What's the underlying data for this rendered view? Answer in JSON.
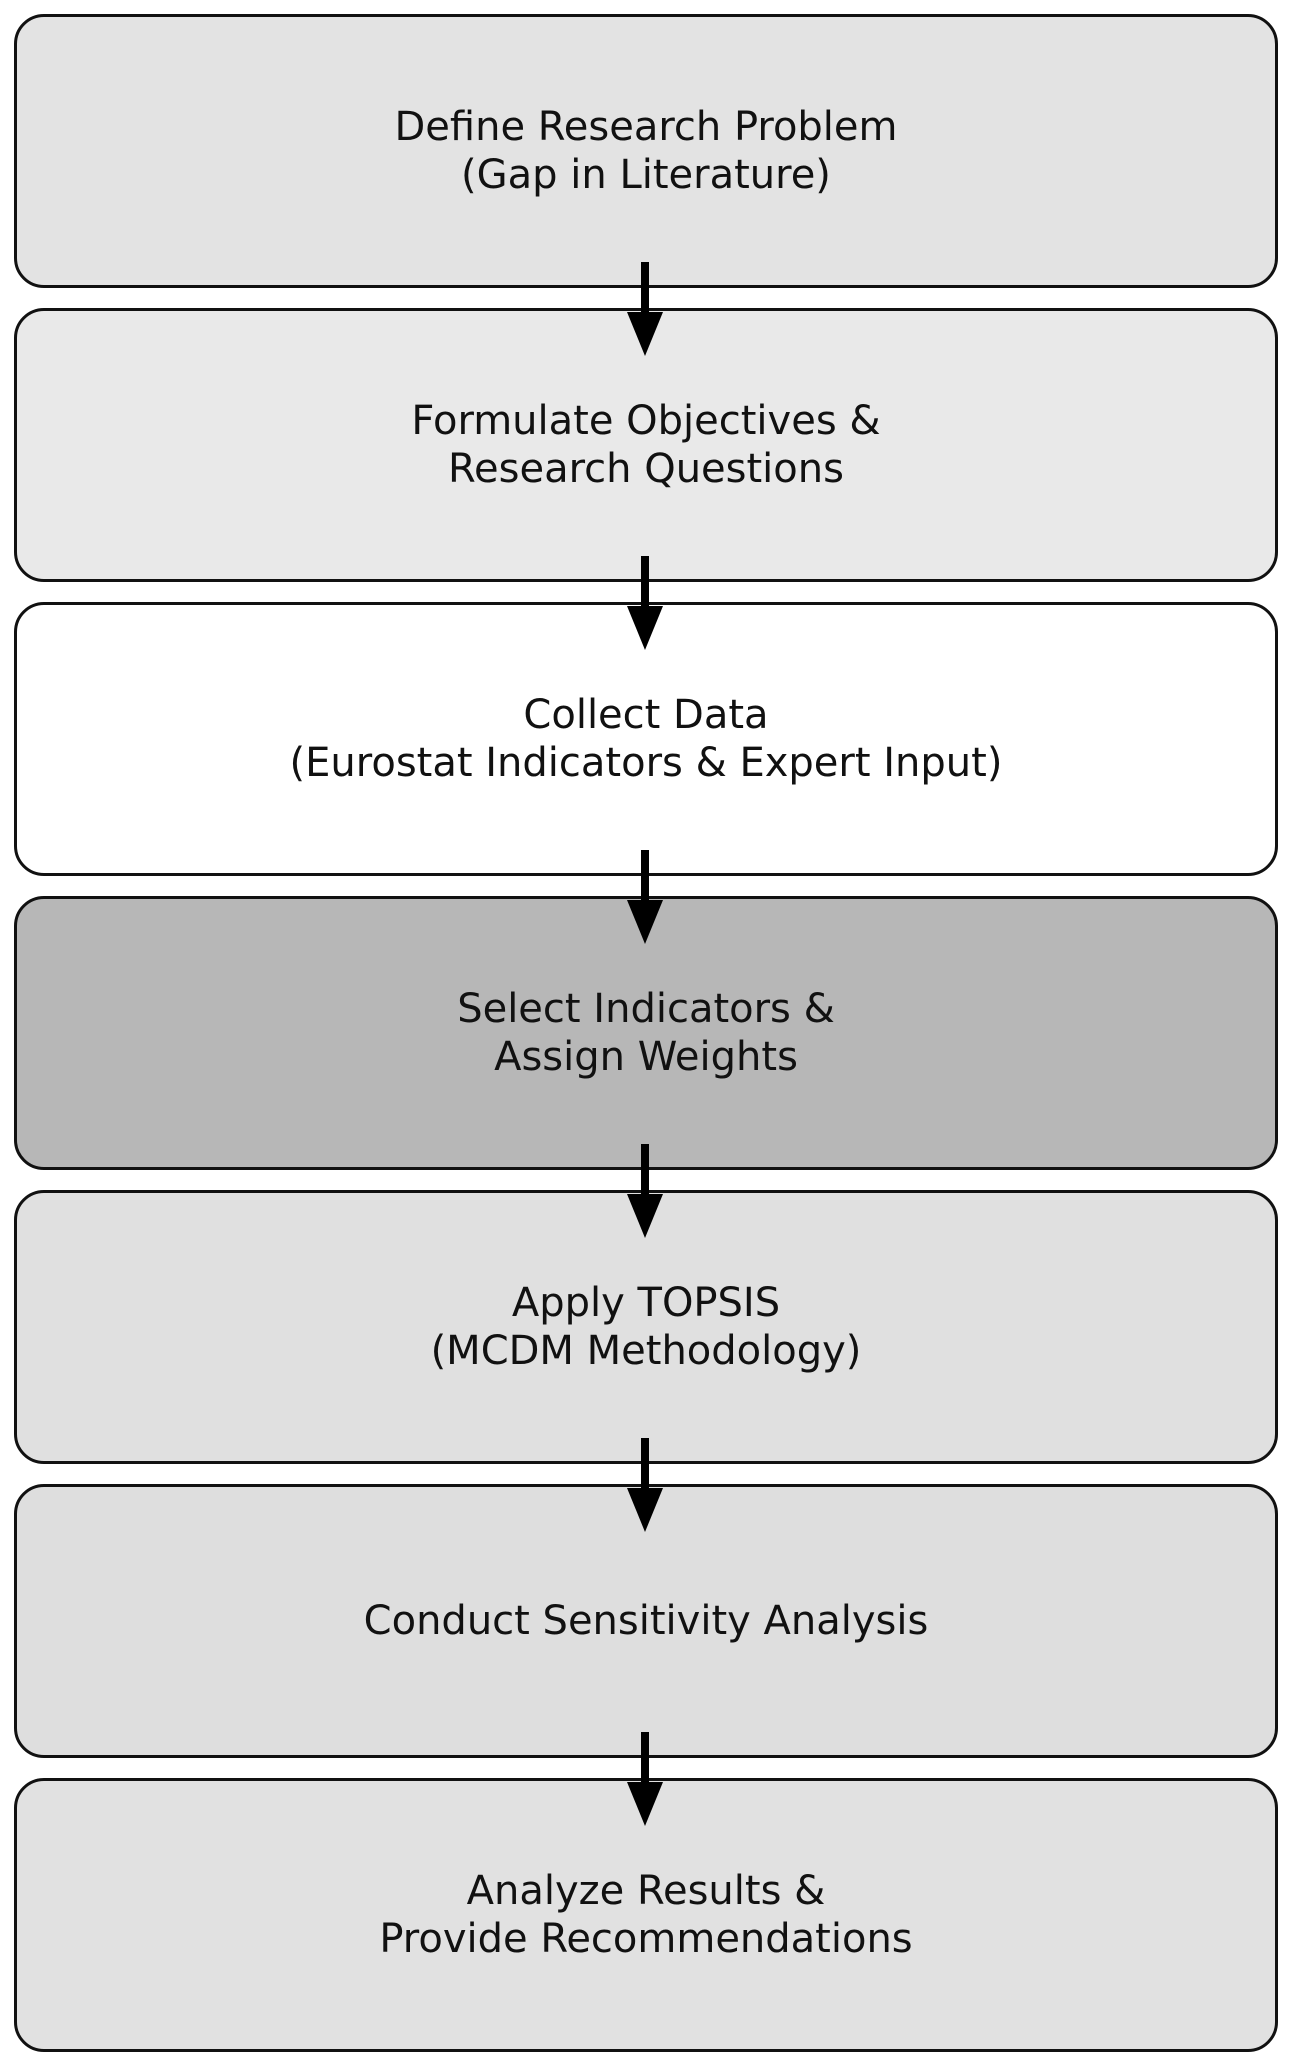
{
  "steps": [
    {
      "label": "Define Research Problem\n(Gap in Literature)",
      "fill": "#e3e3e3"
    },
    {
      "label": "Formulate Objectives &\nResearch Questions",
      "fill": "#e9e9e9"
    },
    {
      "label": "Collect Data\n(Eurostat Indicators & Expert Input)",
      "fill": "#ffffff"
    },
    {
      "label": "Select Indicators &\nAssign Weights",
      "fill": "#b7b7b7"
    },
    {
      "label": "Apply TOPSIS\n(MCDM Methodology)",
      "fill": "#e0e0e0"
    },
    {
      "label": "Conduct Sensitivity Analysis",
      "fill": "#dedede"
    },
    {
      "label": "Analyze Results &\nProvide Recommendations",
      "fill": "#e1e1e1"
    }
  ],
  "colors": {
    "border": "#111111",
    "arrow": "#000000",
    "text": "#111111"
  },
  "connector_icon": "arrow-down-icon"
}
